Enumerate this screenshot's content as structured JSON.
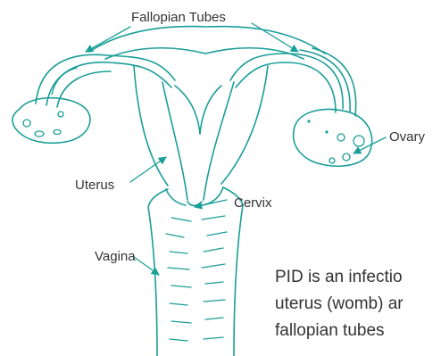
{
  "labels": {
    "fallopian_tubes": "Fallopian Tubes",
    "ovary": "Ovary",
    "uterus": "Uterus",
    "cervix": "Cervix",
    "vagina": "Vagina"
  },
  "caption_lines": [
    "PID is an infectio",
    "uterus (womb) ar",
    "fallopian tubes"
  ],
  "colors": {
    "line": "#1a9e98",
    "text": "#333333"
  }
}
